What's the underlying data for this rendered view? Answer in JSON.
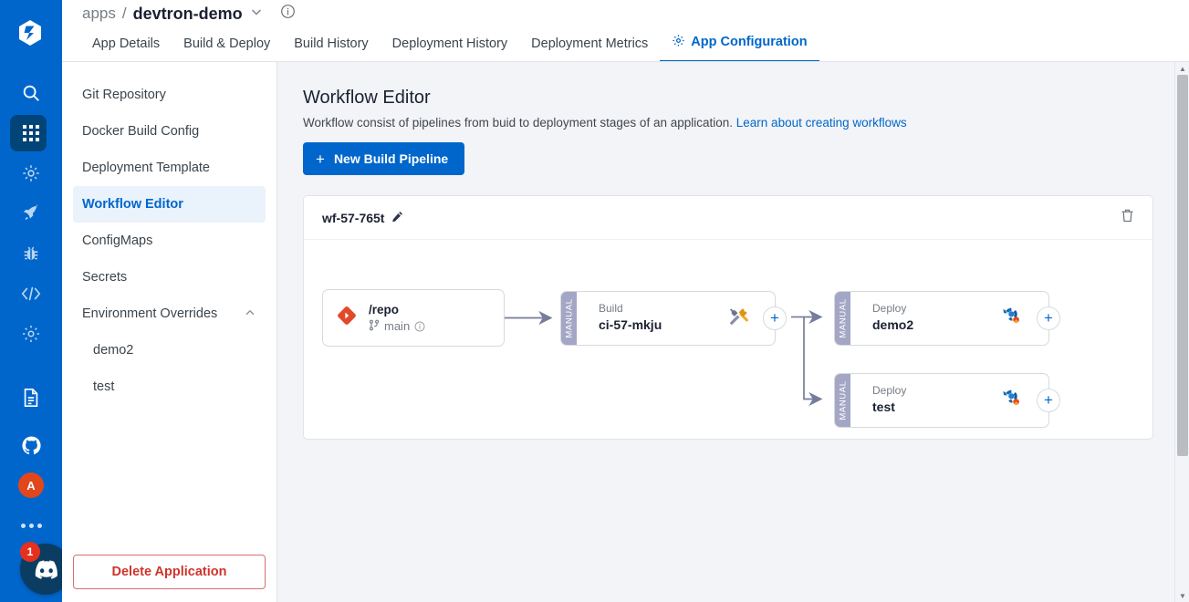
{
  "colors": {
    "brand_blue": "#0066cc",
    "rail_active": "#014478",
    "accent_red": "#d0342c",
    "trigger_purple": "#a3a6c4",
    "git_orange": "#e2492b",
    "badge_red": "#e5301e",
    "content_bg": "#f2f4f7"
  },
  "rail": {
    "logo_icon": "devtron-logo-icon",
    "items": [
      {
        "icon": "search-icon",
        "active": false
      },
      {
        "icon": "applications-grid-icon",
        "active": true
      },
      {
        "icon": "chart-gear-icon",
        "active": false
      },
      {
        "icon": "rocket-icon",
        "active": false
      },
      {
        "icon": "bug-icon",
        "active": false
      },
      {
        "icon": "code-brackets-icon",
        "active": false
      },
      {
        "icon": "gear-icon",
        "active": false
      },
      {
        "icon": "document-icon",
        "active": false
      }
    ],
    "lower": [
      {
        "icon": "github-icon"
      },
      {
        "icon": "user-avatar",
        "label": "A"
      },
      {
        "icon": "more-dots-icon"
      }
    ],
    "discord": {
      "icon": "discord-icon",
      "badge": "1"
    }
  },
  "header": {
    "breadcrumb_root": "apps",
    "breadcrumb_separator": "/",
    "app_name": "devtron-demo",
    "chevron_icon": "chevron-down-icon",
    "info_icon": "info-circle-icon",
    "tabs": [
      {
        "label": "App Details",
        "active": false,
        "icon": null
      },
      {
        "label": "Build & Deploy",
        "active": false,
        "icon": null
      },
      {
        "label": "Build History",
        "active": false,
        "icon": null
      },
      {
        "label": "Deployment History",
        "active": false,
        "icon": null
      },
      {
        "label": "Deployment Metrics",
        "active": false,
        "icon": null
      },
      {
        "label": "App Configuration",
        "active": true,
        "icon": "gear-icon"
      }
    ]
  },
  "sidenav": {
    "items": [
      {
        "label": "Git Repository",
        "active": false,
        "sub": false,
        "caret": null
      },
      {
        "label": "Docker Build Config",
        "active": false,
        "sub": false,
        "caret": null
      },
      {
        "label": "Deployment Template",
        "active": false,
        "sub": false,
        "caret": null
      },
      {
        "label": "Workflow Editor",
        "active": true,
        "sub": false,
        "caret": null
      },
      {
        "label": "ConfigMaps",
        "active": false,
        "sub": false,
        "caret": null
      },
      {
        "label": "Secrets",
        "active": false,
        "sub": false,
        "caret": null
      },
      {
        "label": "Environment Overrides",
        "active": false,
        "sub": false,
        "caret": "chevron-up-icon"
      },
      {
        "label": "demo2",
        "active": false,
        "sub": true,
        "caret": null
      },
      {
        "label": "test",
        "active": false,
        "sub": true,
        "caret": null
      }
    ],
    "delete_label": "Delete Application"
  },
  "main": {
    "title": "Workflow Editor",
    "subtitle": "Workflow consist of pipelines from buid to deployment stages of an application.",
    "subtitle_link": "Learn about creating workflows",
    "new_pipeline_label": "New Build Pipeline",
    "new_pipeline_plus": "+"
  },
  "workflow": {
    "name": "wf-57-765t",
    "edit_icon": "pencil-icon",
    "delete_icon": "trash-icon",
    "source": {
      "icon": "git-repo-icon",
      "title": "/repo",
      "branch_icon": "branch-icon",
      "branch": "main",
      "branch_info_icon": "info-circle-icon"
    },
    "nodes": [
      {
        "trigger": "MANUAL",
        "kind": "Build",
        "name": "ci-57-mkju",
        "icon": "build-tools-icon",
        "add_label": "+"
      },
      {
        "trigger": "MANUAL",
        "kind": "Deploy",
        "name": "demo2",
        "icon": "deploy-argo-icon",
        "add_label": "+"
      },
      {
        "trigger": "MANUAL",
        "kind": "Deploy",
        "name": "test",
        "icon": "deploy-argo-icon",
        "add_label": "+"
      }
    ]
  },
  "scrollbar": {
    "up_icon": "scroll-up-arrow",
    "down_icon": "scroll-down-arrow"
  }
}
